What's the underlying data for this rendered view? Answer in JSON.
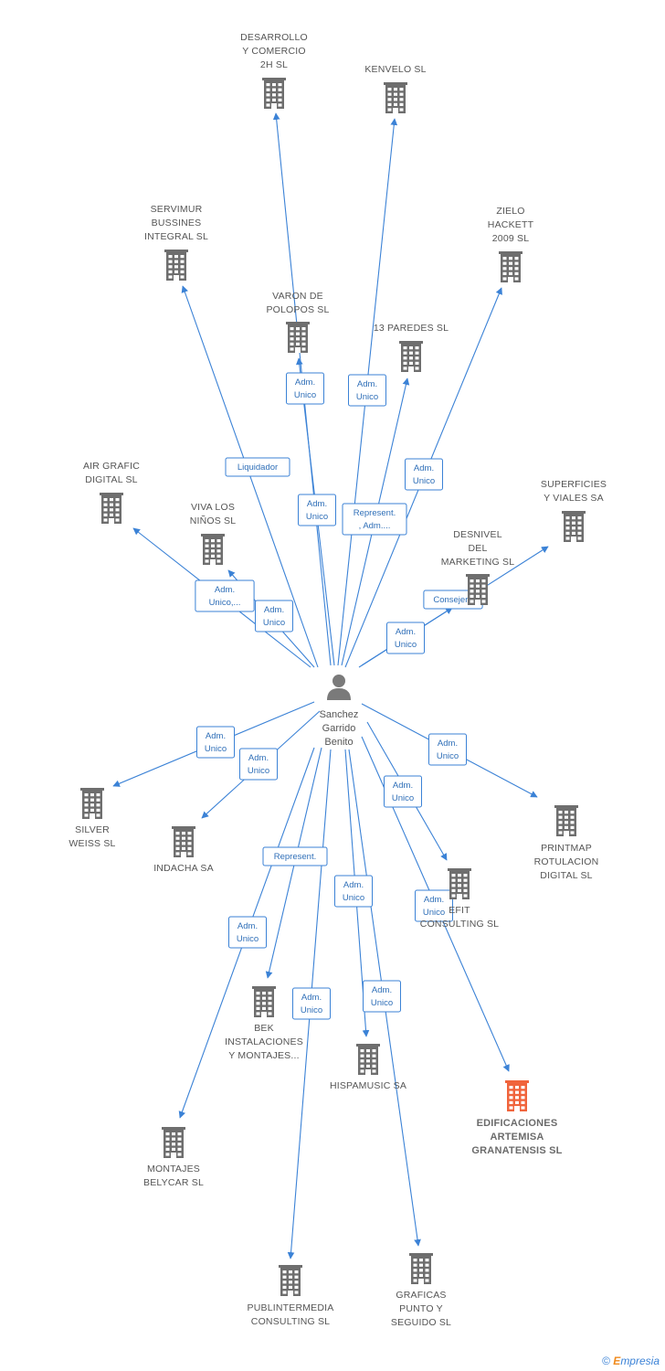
{
  "colors": {
    "edge": "#3b82d6",
    "node": "#6e6e6e",
    "highlight": "#f0643c",
    "label": "#555555"
  },
  "center": {
    "icon": "person-icon",
    "label": [
      "Sanchez",
      "Garrido",
      "Benito"
    ]
  },
  "nodes": [
    {
      "id": "desarrollo",
      "icon": "building-icon",
      "label": [
        "DESARROLLO",
        "Y COMERCIO",
        "2H SL"
      ],
      "highlight": false
    },
    {
      "id": "kenvelo",
      "icon": "building-icon",
      "label": [
        "KENVELO  SL"
      ],
      "highlight": false
    },
    {
      "id": "servimur",
      "icon": "building-icon",
      "label": [
        "SERVIMUR",
        "BUSSINES",
        "INTEGRAL SL"
      ],
      "highlight": false
    },
    {
      "id": "zielo",
      "icon": "building-icon",
      "label": [
        "ZIELO",
        "HACKETT",
        "2009 SL"
      ],
      "highlight": false
    },
    {
      "id": "varon",
      "icon": "building-icon",
      "label": [
        "VARON DE",
        "POLOPOS SL"
      ],
      "highlight": false
    },
    {
      "id": "paredes",
      "icon": "building-icon",
      "label": [
        "13 PAREDES SL"
      ],
      "highlight": false
    },
    {
      "id": "airgrafic",
      "icon": "building-icon",
      "label": [
        "AIR GRAFIC",
        "DIGITAL SL"
      ],
      "highlight": false
    },
    {
      "id": "superficies",
      "icon": "building-icon",
      "label": [
        "SUPERFICIES",
        "Y VIALES SA"
      ],
      "highlight": false
    },
    {
      "id": "vivalosninos",
      "icon": "building-icon",
      "label": [
        "VIVA LOS",
        "NIÑOS SL"
      ],
      "highlight": false
    },
    {
      "id": "desnivel",
      "icon": "building-icon",
      "label": [
        "DESNIVEL",
        "DEL",
        "MARKETING SL"
      ],
      "highlight": false
    },
    {
      "id": "silver",
      "icon": "building-icon",
      "label": [
        "SILVER",
        "WEISS SL"
      ],
      "highlight": false
    },
    {
      "id": "indacha",
      "icon": "building-icon",
      "label": [
        "INDACHA SA"
      ],
      "highlight": false
    },
    {
      "id": "printmap",
      "icon": "building-icon",
      "label": [
        "PRINTMAP",
        "ROTULACION",
        "DIGITAL SL"
      ],
      "highlight": false
    },
    {
      "id": "efit",
      "icon": "building-icon",
      "label": [
        "EFIT",
        "CONSULTING SL"
      ],
      "highlight": false
    },
    {
      "id": "bek",
      "icon": "building-icon",
      "label": [
        "BEK",
        "INSTALACIONES",
        "Y MONTAJES..."
      ],
      "highlight": false
    },
    {
      "id": "hispamusic",
      "icon": "building-icon",
      "label": [
        "HISPAMUSIC SA"
      ],
      "highlight": false
    },
    {
      "id": "edificaciones",
      "icon": "building-icon",
      "label": [
        "EDIFICACIONES",
        "ARTEMISA",
        "GRANATENSIS SL"
      ],
      "highlight": true
    },
    {
      "id": "montajes",
      "icon": "building-icon",
      "label": [
        "MONTAJES",
        "BELYCAR  SL"
      ],
      "highlight": false
    },
    {
      "id": "publintermedia",
      "icon": "building-icon",
      "label": [
        "PUBLINTERMEDIA",
        "CONSULTING SL"
      ],
      "highlight": false
    },
    {
      "id": "graficas",
      "icon": "building-icon",
      "label": [
        "GRAFICAS",
        "PUNTO Y",
        "SEGUIDO SL"
      ],
      "highlight": false
    }
  ],
  "edges": [
    {
      "to": "desarrollo",
      "role": [
        "Adm.",
        "Unico"
      ]
    },
    {
      "to": "kenvelo",
      "role": [
        "Adm.",
        "Unico"
      ]
    },
    {
      "to": "servimur",
      "role": [
        "Liquidador"
      ]
    },
    {
      "to": "zielo",
      "role": [
        "Adm.",
        "Unico"
      ]
    },
    {
      "to": "varon",
      "role": [
        "Adm.",
        "Unico"
      ]
    },
    {
      "to": "paredes",
      "role": [
        "Represent.",
        ", Adm...."
      ]
    },
    {
      "to": "airgrafic",
      "role": [
        "Adm.",
        "Unico,..."
      ]
    },
    {
      "to": "vivalosninos",
      "role": [
        "Adm.",
        "Unico"
      ]
    },
    {
      "to": "desnivel",
      "role": [
        "Adm.",
        "Unico"
      ]
    },
    {
      "to": "superficies",
      "role": [
        "Consejero"
      ]
    },
    {
      "to": "silver",
      "role": [
        "Adm.",
        "Unico"
      ]
    },
    {
      "to": "indacha",
      "role": [
        "Adm.",
        "Unico"
      ]
    },
    {
      "to": "printmap",
      "role": [
        "Adm.",
        "Unico"
      ]
    },
    {
      "to": "efit",
      "role": [
        "Adm.",
        "Unico"
      ]
    },
    {
      "to": "edificaciones",
      "role": [
        "Adm.",
        "Unico"
      ]
    },
    {
      "to": "bek",
      "role": [
        "Represent."
      ]
    },
    {
      "to": "montajes",
      "role": [
        "Adm.",
        "Unico"
      ]
    },
    {
      "to": "publintermedia",
      "role": [
        "Adm.",
        "Unico"
      ]
    },
    {
      "to": "hispamusic",
      "role": [
        "Adm.",
        "Unico"
      ]
    },
    {
      "to": "graficas",
      "role": [
        "Adm.",
        "Unico"
      ]
    }
  ],
  "footer": {
    "copyright": "©",
    "brand_initial": "E",
    "brand_rest": "mpresia"
  }
}
